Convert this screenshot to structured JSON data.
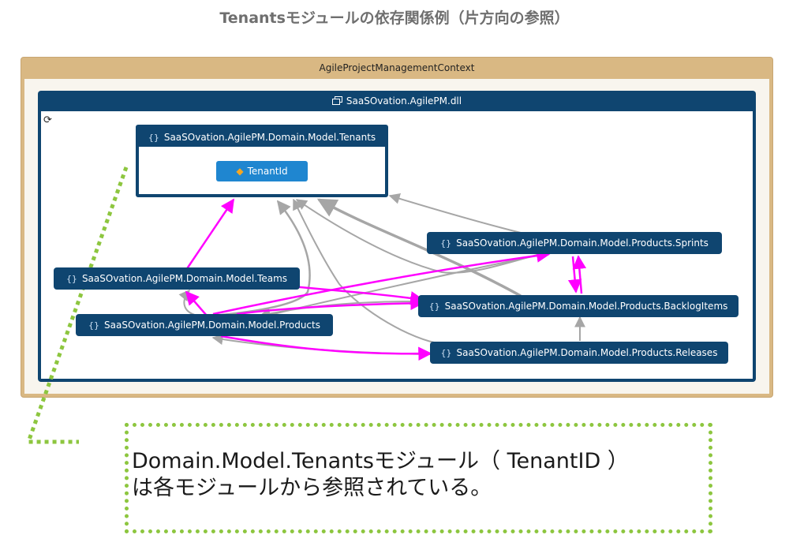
{
  "slide": {
    "title": "Tenantsモジュールの依存関係例（片方向の参照）"
  },
  "context": {
    "label": "AgileProjectManagementContext"
  },
  "assembly": {
    "label": "SaaSOvation.AgilePM.dll"
  },
  "modules": {
    "tenants": "SaaSOvation.AgilePM.Domain.Model.Tenants",
    "tenant_id": "TenantId",
    "teams": "SaaSOvation.AgilePM.Domain.Model.Teams",
    "products": "SaaSOvation.AgilePM.Domain.Model.Products",
    "sprints": "SaaSOvation.AgilePM.Domain.Model.Products.Sprints",
    "backlog_items": "SaaSOvation.AgilePM.Domain.Model.Products.BacklogItems",
    "releases": "SaaSOvation.AgilePM.Domain.Model.Products.Releases"
  },
  "callout": {
    "line1": "Domain.Model.Tenantsモジュール（ TenantID ）",
    "line2": "は各モジュールから参照されている。"
  },
  "colors": {
    "assembly": "#0f4570",
    "context": "#d9b883",
    "highlight_edge": "#ff00ff",
    "gray_edge": "#a6a6a6",
    "callout_border": "#8dc63f",
    "tenant_id_node": "#1f86d0"
  }
}
